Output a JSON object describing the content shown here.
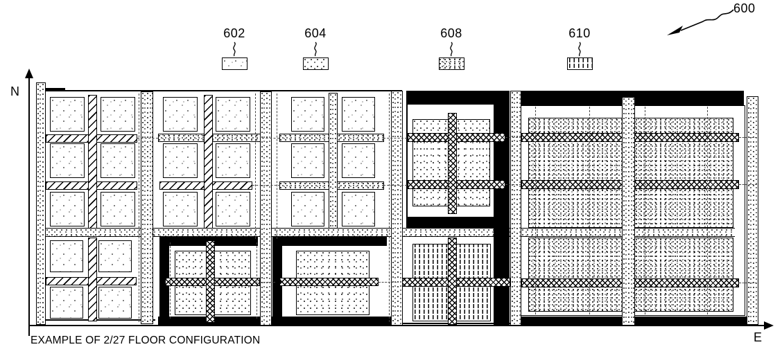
{
  "figure": {
    "reference_number": "600",
    "caption": "EXAMPLE OF 2/27 FLOOR CONFIGURATION",
    "axis_vertical": "N",
    "axis_horizontal": "E"
  },
  "legend": {
    "items": [
      {
        "ref": "602",
        "pattern": "sparse-stipple"
      },
      {
        "ref": "604",
        "pattern": "medium-stipple"
      },
      {
        "ref": "608",
        "pattern": "dense-stipple"
      },
      {
        "ref": "610",
        "pattern": "vertical-dash"
      }
    ]
  },
  "colors": {
    "ink": "#000000",
    "paper": "#ffffff"
  }
}
